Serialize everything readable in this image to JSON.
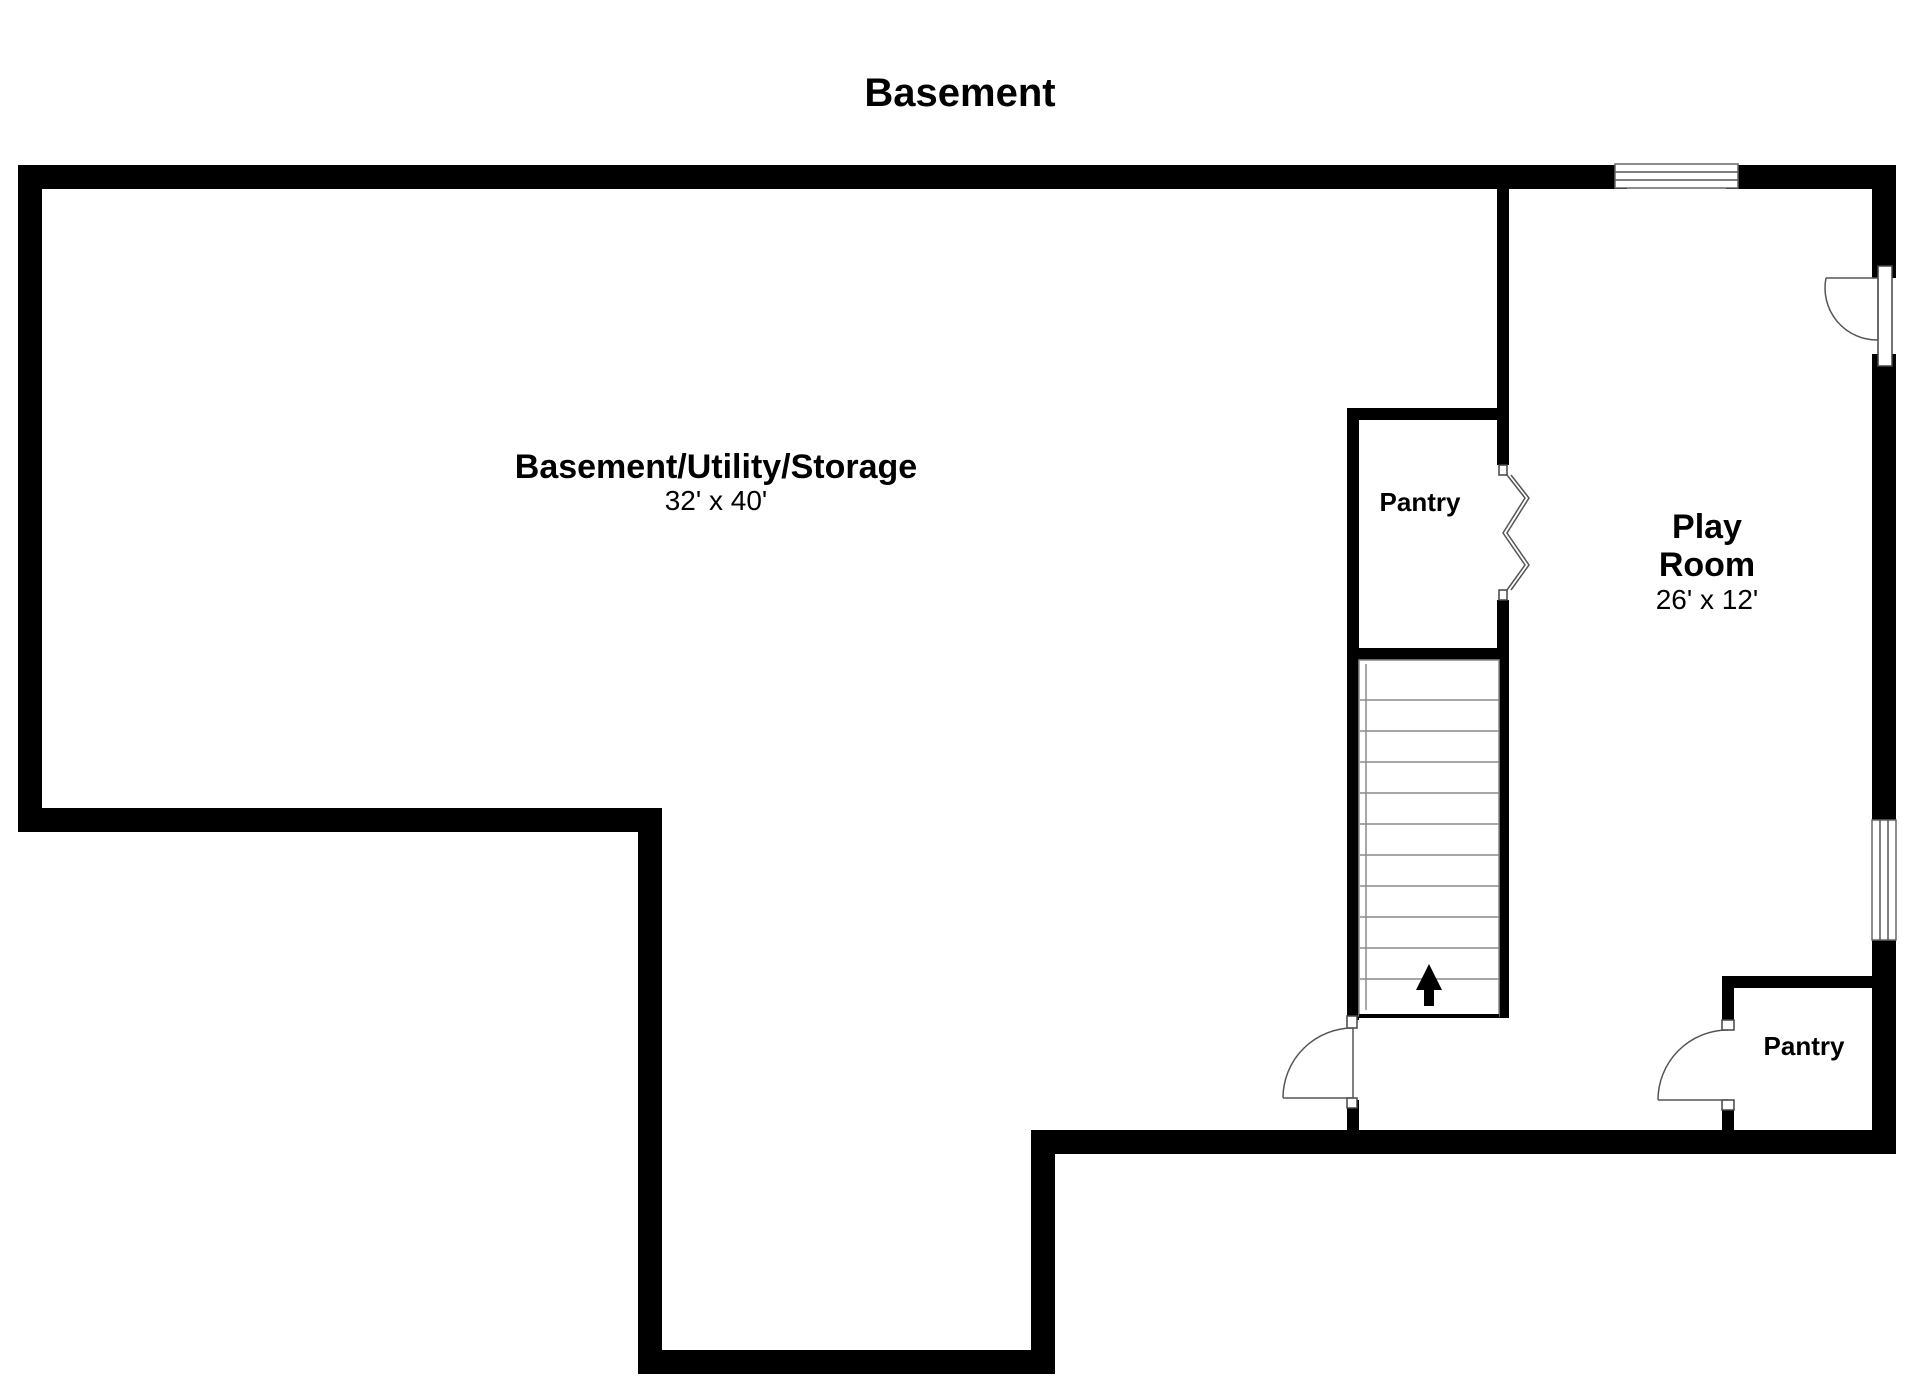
{
  "title": "Basement",
  "rooms": {
    "basement_storage": {
      "name": "Basement/Utility/Storage",
      "dimensions": "32' x 40'"
    },
    "pantry_upper": {
      "name": "Pantry"
    },
    "play_room": {
      "name_line1": "Play",
      "name_line2": "Room",
      "dimensions": "26' x 12'"
    },
    "pantry_lower": {
      "name": "Pantry"
    }
  },
  "symbols": {
    "stairs": "stairs-up-arrow",
    "doors": [
      "swing-door",
      "bifold-door"
    ],
    "windows": [
      "window"
    ]
  }
}
